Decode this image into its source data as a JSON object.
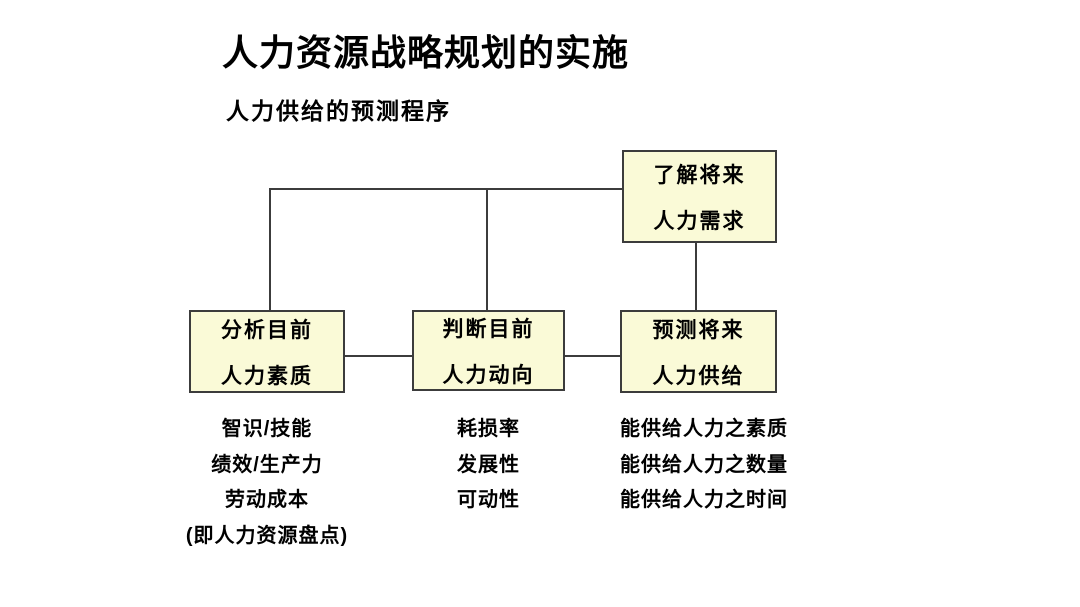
{
  "slide": {
    "title": "人力资源战略规划的实施",
    "subtitle": "人力供给的预测程序"
  },
  "colors": {
    "background": "#FFFFFF",
    "box_fill": "#FAFAD7",
    "box_border": "#3C3C3C",
    "line": "#3C3C3C",
    "text": "#000000"
  },
  "diagram": {
    "boxes": [
      {
        "id": "future-demand",
        "line1": "了解将来",
        "line2": "人力需求"
      },
      {
        "id": "current-quality",
        "line1": "分析目前",
        "line2": "人力素质"
      },
      {
        "id": "current-trend",
        "line1": "判断目前",
        "line2": "人力动向"
      },
      {
        "id": "future-supply",
        "line1": "预测将来",
        "line2": "人力供给"
      }
    ],
    "connections": [
      "current-quality-top to horizontal bus",
      "current-trend-top to horizontal bus",
      "horizontal bus to future-demand left edge",
      "future-demand bottom to future-supply top",
      "current-quality right to current-trend left",
      "current-trend right to future-supply left"
    ],
    "notes": {
      "current_quality": [
        "智识/技能",
        "绩效/生产力",
        "劳动成本",
        "(即人力资源盘点)"
      ],
      "current_trend": [
        "耗损率",
        "发展性",
        "可动性"
      ],
      "future_supply": [
        "能供给人力之素质",
        "能供给人力之数量",
        "能供给人力之时间"
      ]
    }
  }
}
